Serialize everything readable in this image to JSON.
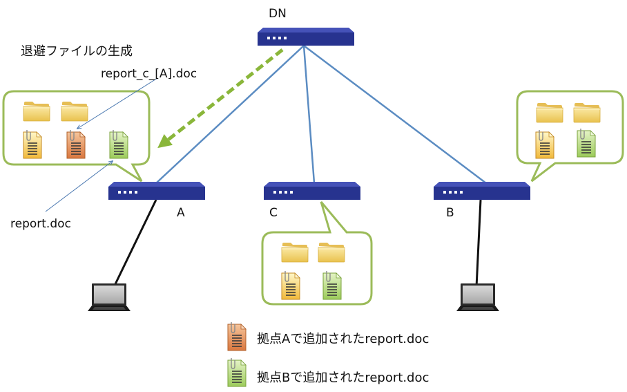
{
  "nodes": {
    "dn": "DN",
    "a": "A",
    "c": "C",
    "b": "B"
  },
  "annotations": {
    "backup_title": "退避ファイルの生成",
    "conflict_file": "report_c_[A].doc",
    "original_file": "report.doc"
  },
  "legend": {
    "site_a": "拠点Aで追加されたreport.doc",
    "site_b": "拠点Bで追加されたreport.doc"
  },
  "colors": {
    "router_body": "#27338f",
    "router_top": "#4552b8",
    "link_line": "#5b8cc2",
    "sync_arrow": "#8ab63a",
    "callout_border": "#9bbb59",
    "folder": "#f5d66e",
    "doc_yellow": "#f7d54f",
    "doc_orange": "#e8955a",
    "doc_green": "#b9dc7d"
  }
}
